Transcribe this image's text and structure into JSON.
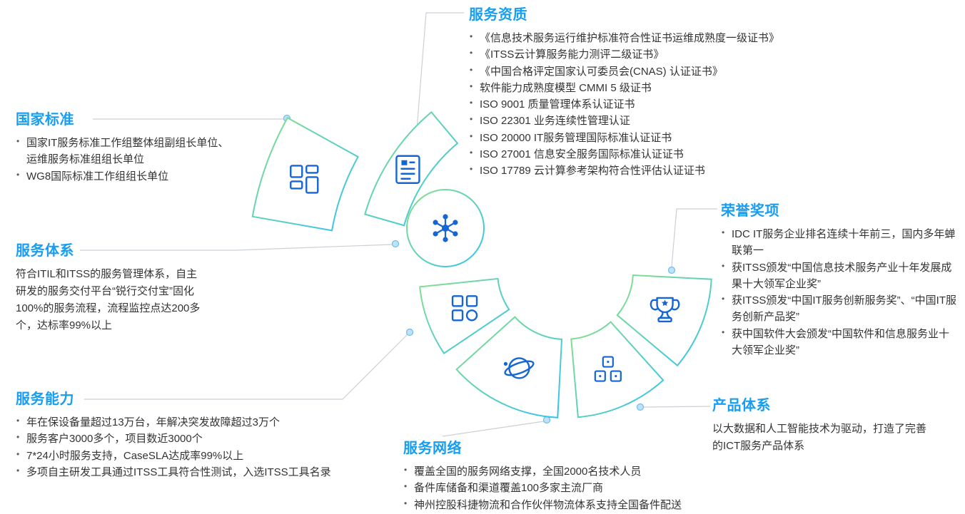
{
  "palette": {
    "title_blue": "#189EF0",
    "icon_blue": "#1566D4",
    "gradient_green": "#8ADF86",
    "gradient_cyan": "#2FC3F1",
    "connector_gray": "#CBD0D6",
    "dot_fill": "#BFE2F8",
    "body_text": "#333333"
  },
  "sections": {
    "national_standards": {
      "title": "国家标准",
      "items": [
        "国家IT服务标准工作组整体组副组长单位、运维服务标准组组长单位",
        "WG8国际标准工作组组长单位"
      ]
    },
    "service_qualification": {
      "title": "服务资质",
      "items": [
        "《信息技术服务运行维护标准符合性证书运维成熟度一级证书》",
        "《ITSS云计算服务能力测评二级证书》",
        "《中国合格评定国家认可委员会(CNAS) 认证证书》",
        "软件能力成熟度模型 CMMI 5 级证书",
        "ISO 9001 质量管理体系认证证书",
        "ISO 22301 业务连续性管理认证",
        "ISO 20000 IT服务管理国际标准认证证书",
        "ISO 27001 信息安全服务国际标准认证证书",
        "ISO 17789 云计算参考架构符合性评估认证证书"
      ]
    },
    "service_system": {
      "title": "服务体系",
      "body": "符合ITIL和ITSS的服务管理体系，自主研发的服务交付平台“锐行交付宝”固化100%的服务流程，流程监控点达200多个，达标率99%以上"
    },
    "honors": {
      "title": "荣誉奖项",
      "items": [
        "IDC IT服务企业排名连续十年前三，国内多年蝉联第一",
        "获ITSS颁发“中国信息技术服务产业十年发展成果十大领军企业奖”",
        "获ITSS颁发“中国IT服务创新服务奖”、“中国IT服务创新产品奖”",
        "获中国软件大会颁发“中国软件和信息服务业十大领军企业奖”"
      ]
    },
    "service_capability": {
      "title": "服务能力",
      "items": [
        "年在保设备量超过13万台，年解决突发故障超过3万个",
        "服务客户3000多个，项目数近3000个",
        "7*24小时服务支持，CaseSLA达成率99%以上",
        "多项自主研发工具通过ITSS工具符合性测试，入选ITSS工具名录"
      ]
    },
    "product_system": {
      "title": "产品体系",
      "body": "以大数据和人工智能技术为驱动，打造了完善的ICT服务产品体系"
    },
    "service_network": {
      "title": "服务网络",
      "items": [
        "覆盖全国的服务网络支撑，全国2000名技术人员",
        "备件库储备和渠道覆盖100多家主流厂商",
        "神州控股科捷物流和合作伙伴物流体系支持全国备件配送"
      ]
    }
  },
  "diagram": {
    "hub_icon": "molecule-icon",
    "wedge_icons": [
      "dashboard-grid-icon",
      "certificate-document-icon",
      "app-grid-icon",
      "globe-orbit-icon",
      "data-boxes-icon",
      "trophy-icon"
    ]
  }
}
